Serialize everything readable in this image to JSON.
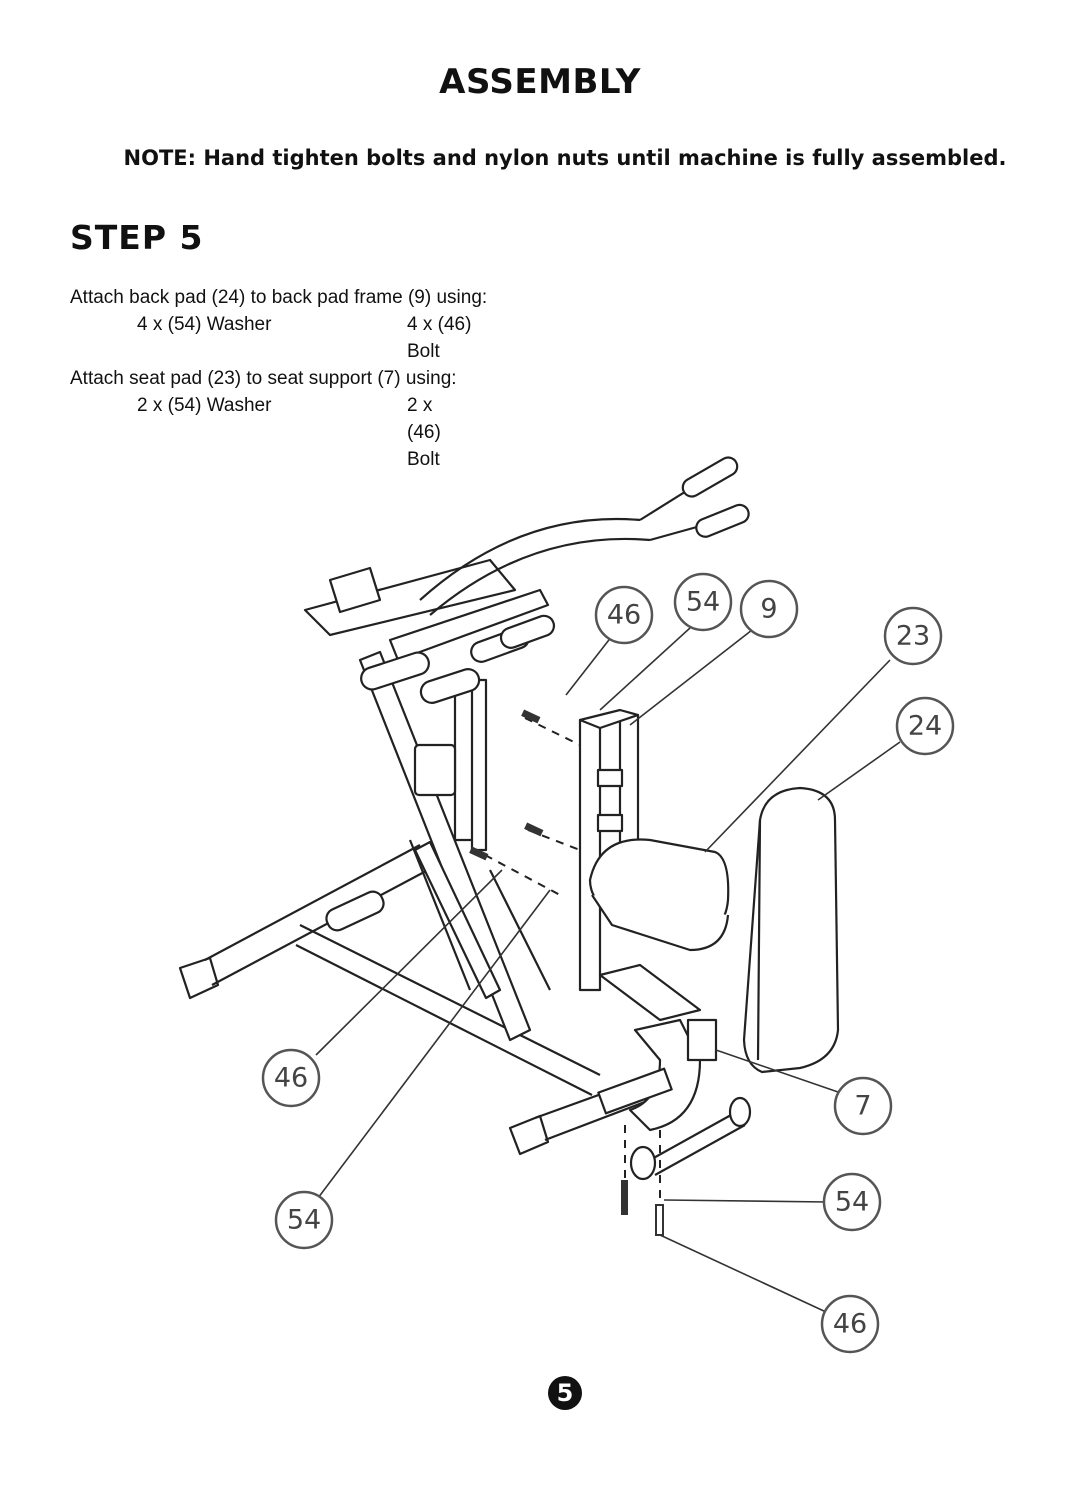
{
  "heading": "ASSEMBLY",
  "note": "NOTE:  Hand tighten bolts and nylon nuts until machine is fully assembled.",
  "step_title": "STEP 5",
  "instructions": [
    {
      "text": "Attach back pad (24) to back pad frame (9) using:",
      "parts": [
        [
          "4 x (54) Washer",
          "4 x (46) Bolt"
        ]
      ]
    },
    {
      "text": "Attach seat pad (23) to seat support (7) using:",
      "parts": [
        [
          "2 x (54) Washer",
          "2 x (46) Bolt"
        ]
      ]
    }
  ],
  "callouts": [
    "46",
    "54",
    "9",
    "23",
    "24",
    "46",
    "7",
    "54",
    "54",
    "46"
  ],
  "page_number": "5"
}
